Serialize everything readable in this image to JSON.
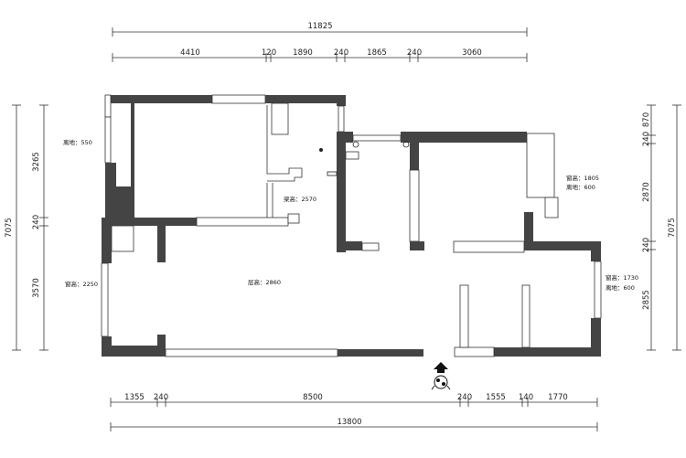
{
  "dimensions": {
    "top_total": "11825",
    "top_segments": [
      "4410",
      "120",
      "1890",
      "240",
      "1865",
      "240",
      "3060"
    ],
    "bottom_segments": [
      "1355",
      "240",
      "8500",
      "240",
      "1555",
      "140",
      "1770"
    ],
    "bottom_total": "13800",
    "left_total": "7075",
    "left_segments": [
      "3265",
      "240",
      "3570"
    ],
    "right_total": "7075",
    "right_segments": [
      "870",
      "240",
      "2870",
      "240",
      "2855"
    ]
  },
  "annotations": {
    "sill_left_top": "离地：550",
    "beam_height": "梁高：2570",
    "window_right_top_1": "窗高：1805",
    "window_right_top_2": "离地：600",
    "window_left_bottom": "窗高：2250",
    "floor_height": "层高：2860",
    "window_right_bottom_1": "窗高：1730",
    "window_right_bottom_2": "离地：600"
  },
  "colors": {
    "wall": "#444444",
    "line": "#333333",
    "background": "#ffffff"
  },
  "icons": {
    "entrance": "entrance-arrow-icon"
  }
}
